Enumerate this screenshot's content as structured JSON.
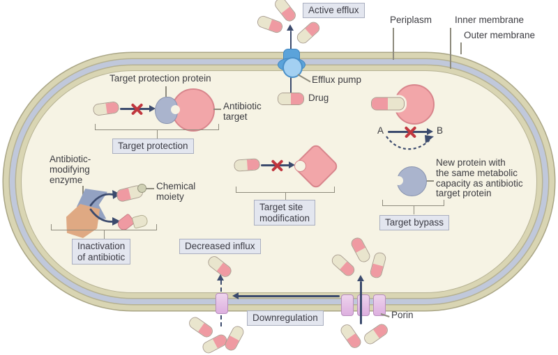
{
  "figure": {
    "title": "Mechanisms of antibiotic resistance (bacterial cell diagram)",
    "labels": {
      "active_efflux": "Active efflux",
      "efflux_pump": "Efflux pump",
      "drug": "Drug",
      "periplasm": "Periplasm",
      "inner_membrane": "Inner membrane",
      "outer_membrane": "Outer membrane",
      "target_protection_protein": "Target protection protein",
      "antibiotic_target": "Antibiotic\ntarget",
      "target_protection": "Target protection",
      "antibiotic_modifying_enzyme": "Antibiotic-\nmodifying\nenzyme",
      "chemical_moiety": "Chemical\nmoiety",
      "inactivation_of_antibiotic": "Inactivation\nof antibiotic",
      "target_site_modification": "Target site\nmodification",
      "pathway_a": "A",
      "pathway_b": "B",
      "new_protein": "New protein with\nthe same metabolic\ncapacity as antibiotic\ntarget protein",
      "target_bypass": "Target bypass",
      "decreased_influx": "Decreased influx",
      "downregulation": "Downregulation",
      "porin": "Porin"
    },
    "icons": [
      "antibiotic-capsule-icon",
      "efflux-pump-icon",
      "porin-icon",
      "antibiotic-target-icon",
      "target-protection-protein-icon",
      "modified-target-icon",
      "new-protein-icon",
      "antibiotic-modifying-enzyme-icon",
      "chemical-moiety-icon",
      "blocked-cross-icon"
    ],
    "colors": {
      "background": "#ffffff",
      "cell_interior": "#f6f3e4",
      "membrane_tan": "#d9d5b3",
      "periplasm_blue": "#c0c8db",
      "capsule_pink": "#ef9aa2",
      "capsule_cream": "#e9e5cd",
      "target_pink": "#f2a6a9",
      "protein_blue_gray": "#aab4cd",
      "enzyme_blue": "#93a2c2",
      "enzyme_orange": "#dfa983",
      "pump_blue": "#5ba3da",
      "porin_lilac": "#e9cbe9",
      "arrow_navy": "#3b4a6d",
      "cross_red": "#c0363e",
      "label_box_fill": "#e3e6ef",
      "label_box_border": "#a9aebf"
    }
  }
}
